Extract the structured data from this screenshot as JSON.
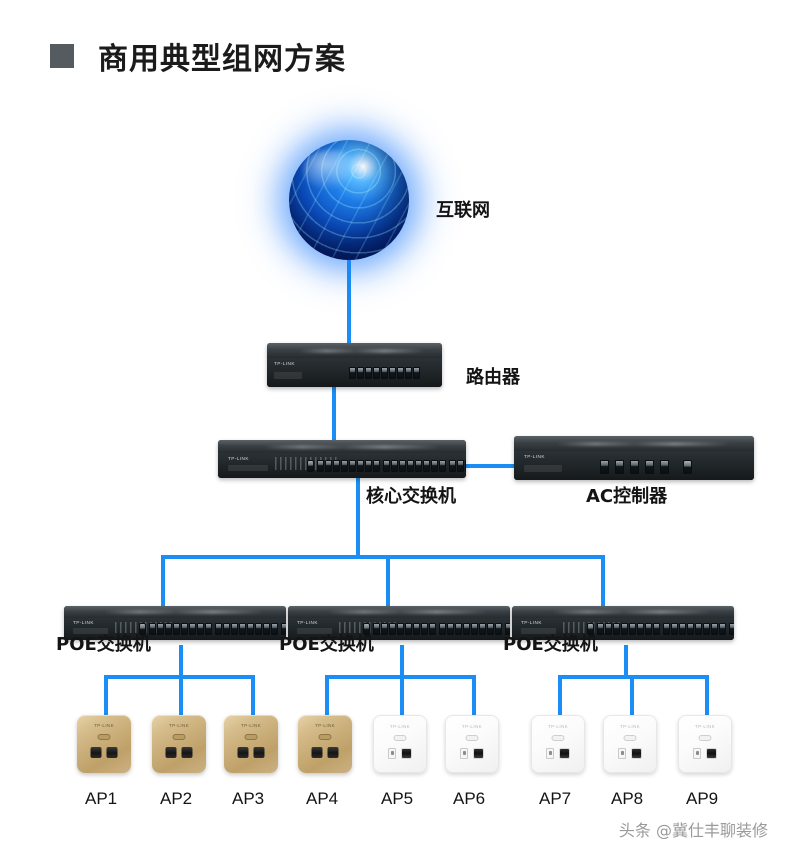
{
  "header": {
    "title": "商用典型组网方案",
    "bullet_color": "#555b5e"
  },
  "theme": {
    "link_color": "#1a8ef5",
    "background": "#ffffff",
    "text_color": "#141414"
  },
  "diagram": {
    "internet": {
      "label": "互联网",
      "icon": "globe-icon"
    },
    "router": {
      "label": "路由器",
      "brand": "TP-LINK",
      "port_count": 9
    },
    "core_switch": {
      "label": "核心交换机",
      "brand": "TP-LINK",
      "port_count": 24,
      "sfp_count": 2
    },
    "ac_controller": {
      "label": "AC控制器",
      "brand": "TP-LINK",
      "port_count": 5,
      "console_count": 1
    },
    "poe_switches": [
      {
        "label": "POE交换机",
        "brand": "TP-LINK",
        "port_count": 24,
        "sfp_count": 2
      },
      {
        "label": "POE交换机",
        "brand": "TP-LINK",
        "port_count": 24,
        "sfp_count": 2
      },
      {
        "label": "POE交换机",
        "brand": "TP-LINK",
        "port_count": 24,
        "sfp_count": 2
      }
    ],
    "access_points": [
      {
        "label": "AP1",
        "style": "gold",
        "brand": "TP-LINK",
        "ports": [
          "rj45",
          "rj45"
        ]
      },
      {
        "label": "AP2",
        "style": "gold",
        "brand": "TP-LINK",
        "ports": [
          "rj45",
          "rj45"
        ]
      },
      {
        "label": "AP3",
        "style": "gold",
        "brand": "TP-LINK",
        "ports": [
          "rj45",
          "rj45"
        ]
      },
      {
        "label": "AP4",
        "style": "gold",
        "brand": "TP-LINK",
        "ports": [
          "rj45",
          "rj45"
        ]
      },
      {
        "label": "AP5",
        "style": "white",
        "brand": "TP-LINK",
        "ports": [
          "usb",
          "rj45"
        ]
      },
      {
        "label": "AP6",
        "style": "white",
        "brand": "TP-LINK",
        "ports": [
          "usb",
          "rj45"
        ]
      },
      {
        "label": "AP7",
        "style": "white",
        "brand": "TP-LINK",
        "ports": [
          "usb",
          "rj45"
        ]
      },
      {
        "label": "AP8",
        "style": "white",
        "brand": "TP-LINK",
        "ports": [
          "usb",
          "rj45"
        ]
      },
      {
        "label": "AP9",
        "style": "white",
        "brand": "TP-LINK",
        "ports": [
          "usb",
          "rj45"
        ]
      }
    ]
  },
  "watermark": {
    "text": "头条 @冀仕丰聊装修"
  }
}
